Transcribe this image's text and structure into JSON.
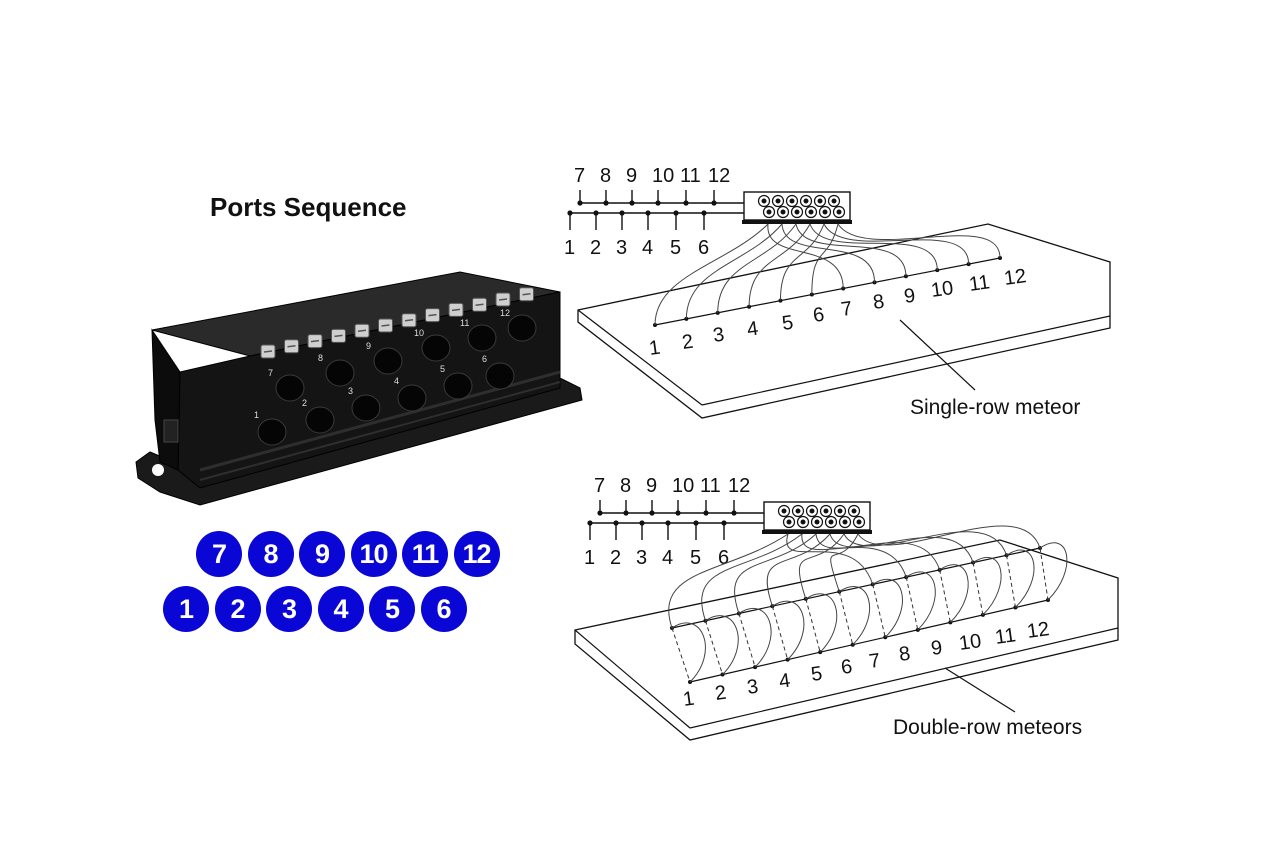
{
  "title": "Ports Sequence",
  "device": {
    "port_labels_top": [
      "7",
      "8",
      "9",
      "10",
      "11",
      "12"
    ],
    "port_labels_bottom": [
      "1",
      "2",
      "3",
      "4",
      "5",
      "6"
    ],
    "color_body": "#141414"
  },
  "badges": {
    "top": [
      "7",
      "8",
      "9",
      "10",
      "11",
      "12"
    ],
    "bottom": [
      "1",
      "2",
      "3",
      "4",
      "5",
      "6"
    ],
    "color": "#0a06d6"
  },
  "single_row": {
    "caption": "Single-row meteor",
    "header_top": [
      "7",
      "8",
      "9",
      "10",
      "11",
      "12"
    ],
    "header_bottom": [
      "1",
      "2",
      "3",
      "4",
      "5",
      "6"
    ],
    "strip_labels": [
      "1",
      "2",
      "3",
      "4",
      "5",
      "6",
      "7",
      "8",
      "9",
      "10",
      "11",
      "12"
    ]
  },
  "double_row": {
    "caption": "Double-row meteors",
    "header_top": [
      "7",
      "8",
      "9",
      "10",
      "11",
      "12"
    ],
    "header_bottom": [
      "1",
      "2",
      "3",
      "4",
      "5",
      "6"
    ],
    "strip_labels": [
      "1",
      "2",
      "3",
      "4",
      "5",
      "6",
      "7",
      "8",
      "9",
      "10",
      "11",
      "12"
    ]
  }
}
